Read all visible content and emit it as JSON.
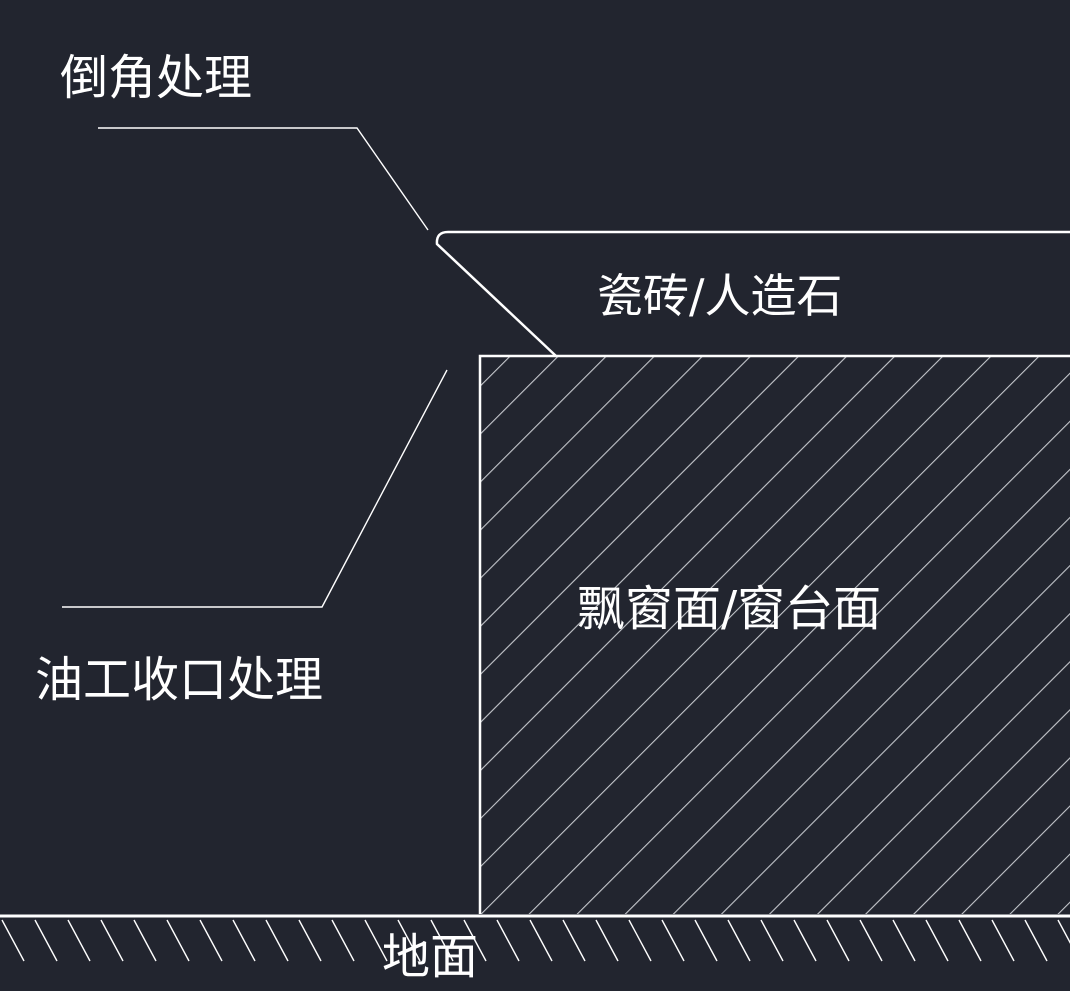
{
  "colors": {
    "background": "#22252f",
    "line": "#ffffff",
    "hatch": "#bfc2c8"
  },
  "labels": {
    "chamfer": "倒角处理",
    "stone": "瓷砖/人造石",
    "sill": "飘窗面/窗台面",
    "paint_finish": "油工收口处理",
    "ground": "地面"
  }
}
